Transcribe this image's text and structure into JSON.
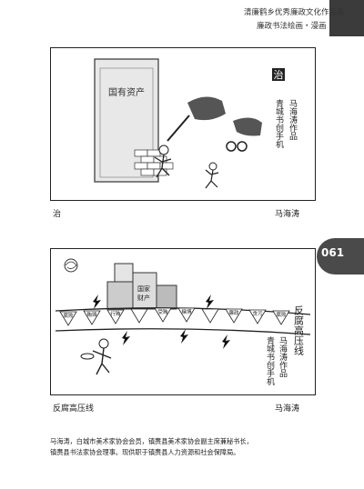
{
  "header": {
    "series_title": "清廉鹤乡优秀廉政文化作品集",
    "section_title": "廉政书法绘画・漫画"
  },
  "page_number": "061",
  "cartoon1": {
    "sign_char": "治",
    "banner_text": "国有资产",
    "inscription_lines": [
      "马海涛作品",
      "青城书创手机"
    ],
    "caption": "治",
    "author": "马海涛"
  },
  "cartoon2": {
    "building_labels": [
      "国家",
      "财产"
    ],
    "flag_words": [
      "腐败",
      "贿赂",
      "行贿",
      "受贿",
      "赌博",
      "廉政",
      "贪污",
      "腐败"
    ],
    "inscription_lines": [
      "反腐高压线",
      "马海涛作品",
      "青城书创手机"
    ],
    "caption": "反腐高压线",
    "author": "马海涛"
  },
  "bio": {
    "lines": [
      "马海涛，白城市美术家协会会员，镇赉县美术家协会副主席兼秘书长，",
      "镇赉县书法家协会理事。现供职于镇赉县人力资源和社会保障局。"
    ]
  }
}
